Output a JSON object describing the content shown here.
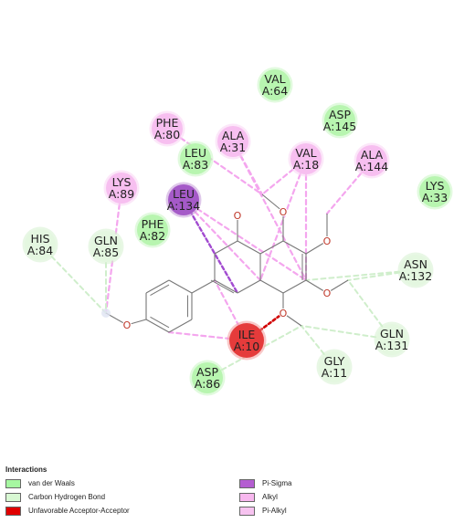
{
  "residues": [
    {
      "id": "VAL_64",
      "name": "VAL",
      "num": "A:64",
      "type": "vdw"
    },
    {
      "id": "ASP_145",
      "name": "ASP",
      "num": "A:145",
      "type": "vdw"
    },
    {
      "id": "PHE_80",
      "name": "PHE",
      "num": "A:80",
      "type": "alkyl"
    },
    {
      "id": "ALA_31",
      "name": "ALA",
      "num": "A:31",
      "type": "alkyl"
    },
    {
      "id": "LEU_83",
      "name": "LEU",
      "num": "A:83",
      "type": "vdw"
    },
    {
      "id": "VAL_18",
      "name": "VAL",
      "num": "A:18",
      "type": "alkyl"
    },
    {
      "id": "ALA_144",
      "name": "ALA",
      "num": "A:144",
      "type": "alkyl"
    },
    {
      "id": "LYS_89",
      "name": "LYS",
      "num": "A:89",
      "type": "alkyl"
    },
    {
      "id": "LEU_134",
      "name": "LEU",
      "num": "A:134",
      "type": "pisigma"
    },
    {
      "id": "LYS_33",
      "name": "LYS",
      "num": "A:33",
      "type": "vdw"
    },
    {
      "id": "HIS_84",
      "name": "HIS",
      "num": "A:84",
      "type": "chbond"
    },
    {
      "id": "GLN_85",
      "name": "GLN",
      "num": "A:85",
      "type": "chbond"
    },
    {
      "id": "PHE_82",
      "name": "PHE",
      "num": "A:82",
      "type": "vdw"
    },
    {
      "id": "ASN_132",
      "name": "ASN",
      "num": "A:132",
      "type": "chbond"
    },
    {
      "id": "ILE_10",
      "name": "ILE",
      "num": "A:10",
      "type": "unfavorable"
    },
    {
      "id": "GLN_131",
      "name": "GLN",
      "num": "A:131",
      "type": "chbond"
    },
    {
      "id": "GLY_11",
      "name": "GLY",
      "num": "A:11",
      "type": "chbond"
    },
    {
      "id": "ASP_86",
      "name": "ASP",
      "num": "A:86",
      "type": "vdw"
    }
  ],
  "atom_labels": {
    "o_symbol": "O"
  },
  "legend": {
    "title": "Interactions",
    "items": [
      {
        "label": "van der Waals",
        "color": "#a6f7a1"
      },
      {
        "label": "Carbon Hydrogen Bond",
        "color": "#d8f8d3"
      },
      {
        "label": "Unfavorable Acceptor-Acceptor",
        "color": "#e00000"
      },
      {
        "label": "Pi-Sigma",
        "color": "#b45ed1"
      },
      {
        "label": "Alkyl",
        "color": "#f7b7ee"
      },
      {
        "label": "Pi-Alkyl",
        "color": "#f7c3f0"
      }
    ]
  },
  "colors": {
    "vdw_fill": "#b8f5b0",
    "vdw_edge": "#c9f5c2",
    "alkyl_fill": "#f7bff0",
    "alkyl_edge": "#f9d4f4",
    "pisigma_fill": "#a55ac8",
    "pisigma_edge": "#c59ad8",
    "chbond_fill": "#e4f7e0",
    "chbond_edge": "#d6f0d0",
    "unfav_fill": "#e53b3b",
    "unfav_edge": "#f29a9a",
    "line_alkyl": "#f4a6ee",
    "line_pisigma": "#a24bd0",
    "line_chbond": "#cfeecb",
    "line_unfav": "#d10000",
    "bond": "#777777"
  }
}
